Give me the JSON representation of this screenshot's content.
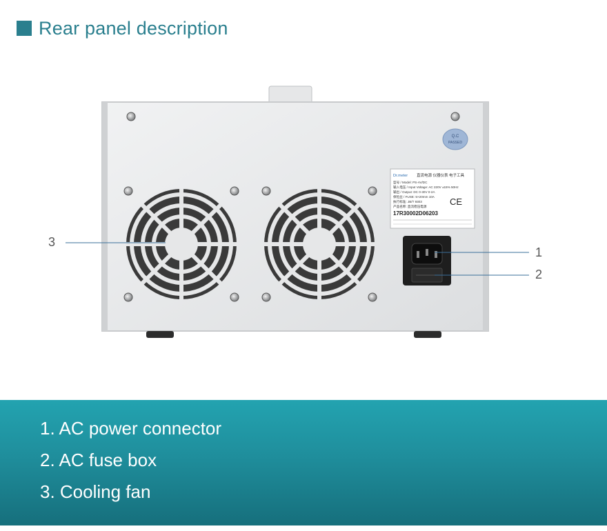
{
  "header": {
    "title": "Rear panel description",
    "accent": "#2a7f8e"
  },
  "label_plate": {
    "brand": "Dr.meter",
    "heading": "直流电源 仪器仪表 电子工具",
    "model": "型号 / Model: PS-AV/DC",
    "input": "输入电压 / Input Voltage: AC 220V ±15% 50Hz",
    "output": "输出 / Output: DC 0-30V  0-2A",
    "fuse": "保险丝 / FUSE: 5×20mm  10A",
    "standard": "执行标准: JB/T 9303",
    "product": "产品名称: 直流稳压电源",
    "serial": "17R30002D06203",
    "ce": "CE"
  },
  "qc_sticker": {
    "line1": "Q.C",
    "line2": "PASSED"
  },
  "callouts": {
    "c1": "1",
    "c2": "2",
    "c3": "3"
  },
  "legend": {
    "items": [
      {
        "text": "1. AC power connector"
      },
      {
        "text": "2. AC fuse box"
      },
      {
        "text": "3. Cooling fan"
      }
    ],
    "color": "#1f8e9c"
  }
}
